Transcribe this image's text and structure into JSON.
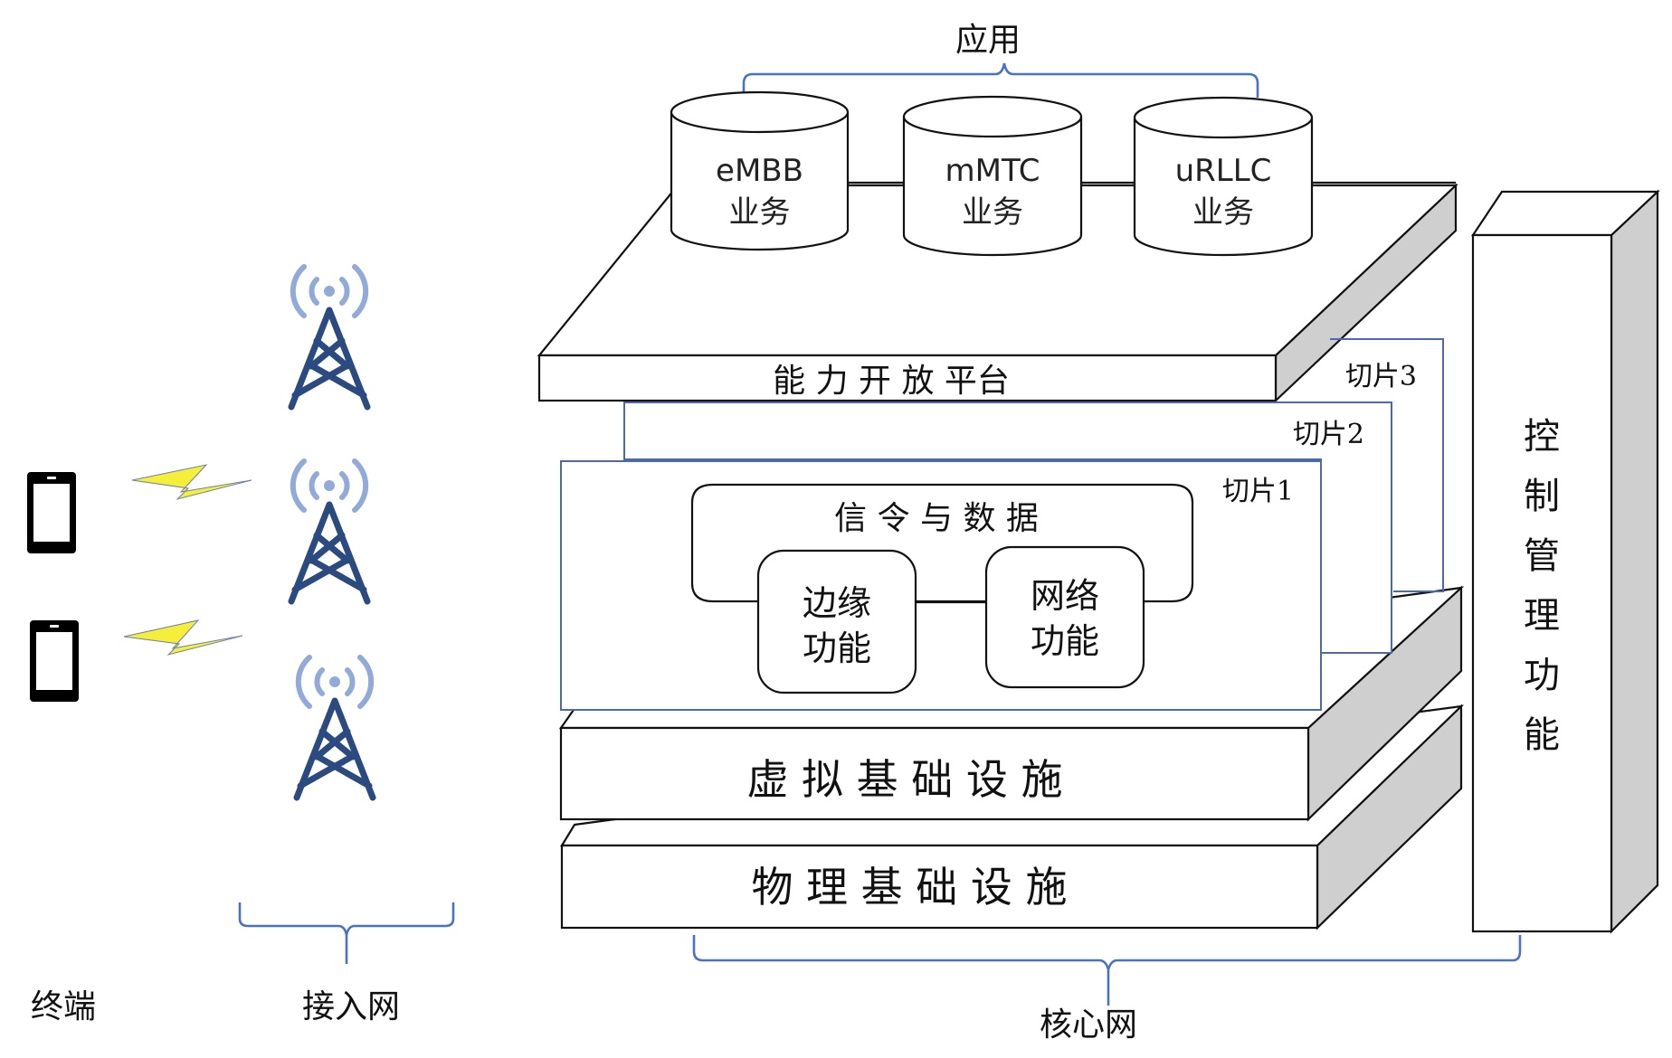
{
  "title_apps": "应用",
  "apps": [
    {
      "name": "eMBB",
      "sub": "业务"
    },
    {
      "name": "mMTC",
      "sub": "业务"
    },
    {
      "name": "uRLLC",
      "sub": "业务"
    }
  ],
  "layers": {
    "platform": "能 力 开 放 平台",
    "virtual": "虚 拟 基 础 设 施",
    "physical": "物 理 基 础 设 施"
  },
  "slices": [
    "切片1",
    "切片2",
    "切片3"
  ],
  "slice_content": {
    "signal_data": "信 令 与 数 据",
    "edge_function": [
      "边缘",
      "功能"
    ],
    "network_function": [
      "网络",
      "功能"
    ]
  },
  "control": [
    "控",
    "制",
    "管",
    "理",
    "功",
    "能"
  ],
  "labels": {
    "terminal": "终端",
    "access_network": "接入网",
    "core_network": "核心网"
  },
  "colors": {
    "brace": "#4a72c4",
    "slice_border": "#4a6aad",
    "tower": "#2b4a80",
    "signal_wave": "#91aad8",
    "lightning": "#f5ef3a",
    "side_face": "#cfcfcf"
  }
}
